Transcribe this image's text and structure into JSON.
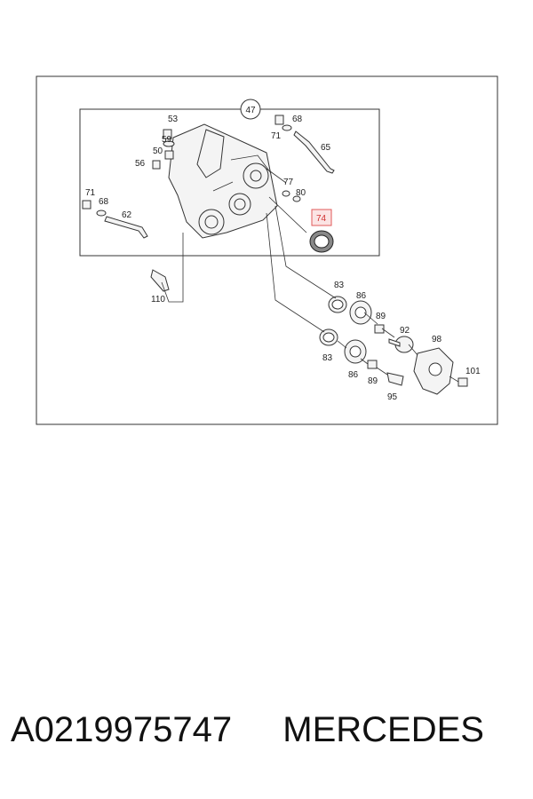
{
  "diagram": {
    "group_label": "47",
    "highlighted_part": "74",
    "highlight_color": "#e05a5a",
    "callouts": [
      "53",
      "59",
      "50",
      "56",
      "71",
      "68",
      "65",
      "77",
      "80",
      "71",
      "68",
      "62",
      "110",
      "74",
      "83",
      "86",
      "89",
      "92",
      "98",
      "83",
      "86",
      "89",
      "95",
      "101"
    ]
  },
  "footer": {
    "part_number": "A0219975747",
    "brand": "MERCEDES"
  }
}
